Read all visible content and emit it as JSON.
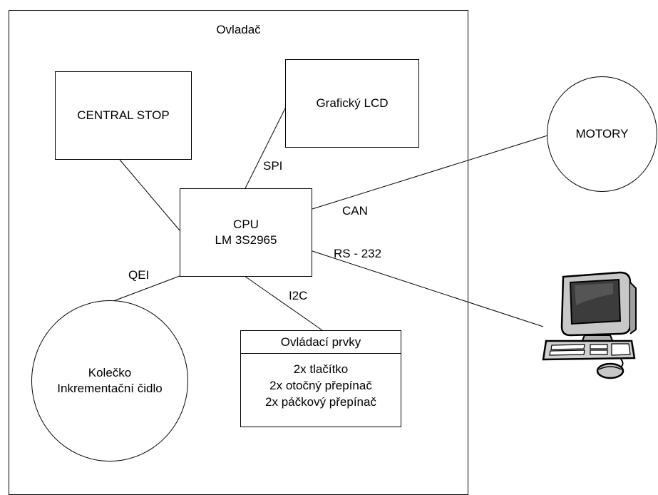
{
  "controller": {
    "title": "Ovladač"
  },
  "central_stop": {
    "label": "CENTRAL STOP"
  },
  "lcd": {
    "label": "Grafický LCD"
  },
  "cpu": {
    "line1": "CPU",
    "line2": "LM 3S2965"
  },
  "motors": {
    "label": "MOTORY"
  },
  "wheel": {
    "line1": "Kolečko",
    "line2": "Inkrementační čidlo"
  },
  "controls": {
    "title": "Ovládací prvky",
    "items": [
      "2x tlačítko",
      "2x otočný přepínač",
      "2x páčkový přepínač"
    ]
  },
  "connections": {
    "spi": "SPI",
    "can": "CAN",
    "rs232": "RS - 232",
    "qei": "QEI",
    "i2c": "I2C"
  },
  "pc": {
    "icon": "computer-icon"
  },
  "colors": {
    "monitor": "#c8c8c8",
    "screen": "#3c3c3c",
    "outline": "#000000"
  }
}
